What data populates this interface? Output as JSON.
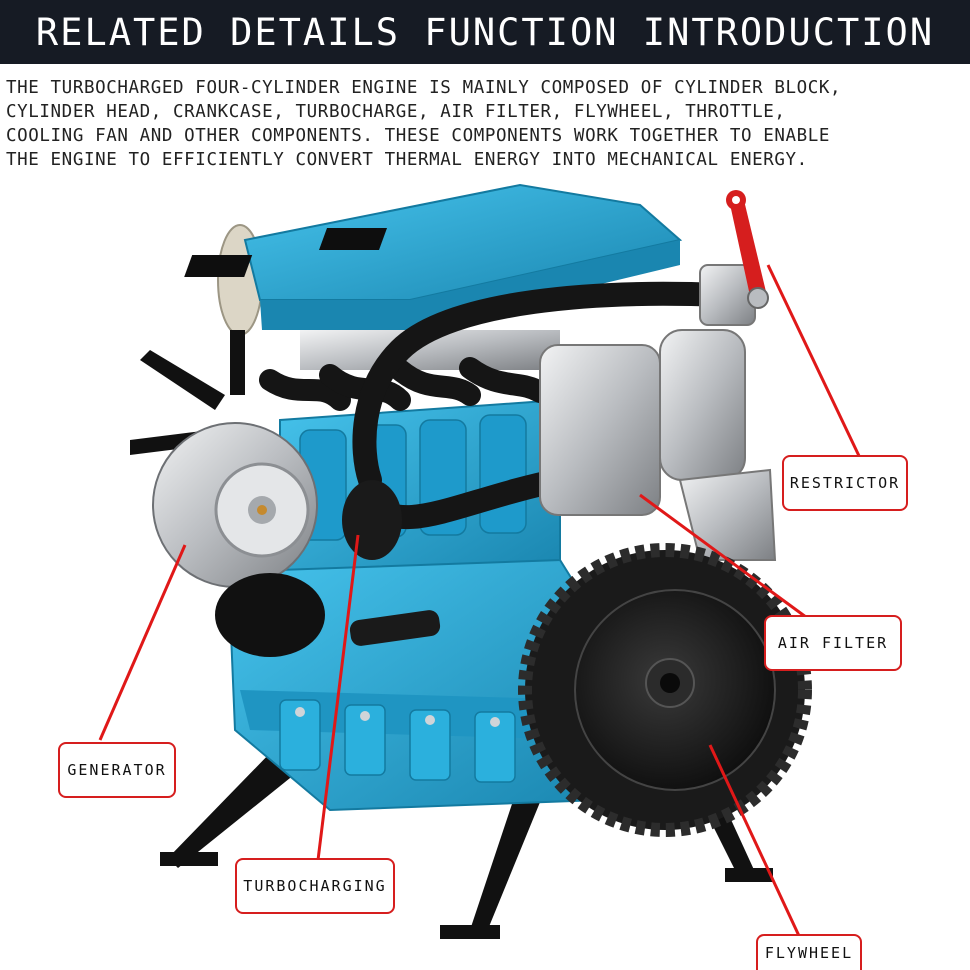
{
  "banner": {
    "title": "RELATED DETAILS FUNCTION INTRODUCTION"
  },
  "intro": {
    "lines": [
      "THE TURBOCHARGED FOUR-CYLINDER ENGINE IS MAINLY COMPOSED OF CYLINDER BLOCK,",
      "CYLINDER HEAD, CRANKCASE, TURBOCHARGE, AIR FILTER, FLYWHEEL, THROTTLE,",
      "COOLING FAN AND OTHER COMPONENTS. THESE COMPONENTS WORK TOGETHER TO ENABLE",
      "THE ENGINE TO EFFICIENTLY CONVERT THERMAL ENERGY INTO MECHANICAL ENERGY."
    ]
  },
  "callouts": {
    "restrictor": "RESTRICTOR",
    "air_filter": "AIR FILTER",
    "generator": "GENERATOR",
    "turbocharging": "TURBOCHARGING",
    "flywheel": "FLYWHEEL"
  },
  "colors": {
    "banner_bg": "#161b24",
    "engine_blue": "#2aa9d6",
    "engine_blue_dark": "#1c86ad",
    "metal": "#c9ccd0",
    "pipe": "#1a1a1a",
    "leader": "#e01818",
    "lever": "#d61e1e"
  }
}
